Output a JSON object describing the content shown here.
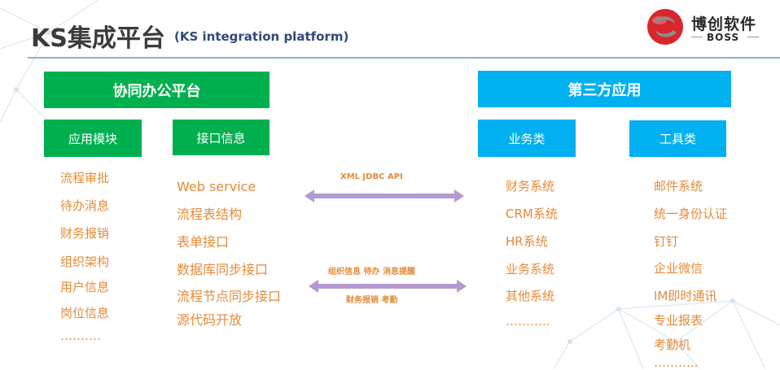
{
  "header": {
    "title": "KS集成平台",
    "subtitle": "(KS integration platform)"
  },
  "logo": {
    "brand_cn": "博创软件",
    "brand_en": "BOSS"
  },
  "colors": {
    "green": "#00b04f",
    "blue": "#00b0f0",
    "orange": "#e48b38",
    "arrow": "#b49ad0"
  },
  "left": {
    "heading": "协同办公平台",
    "modules": {
      "heading": "应用模块",
      "items": [
        "流程审批",
        "待办消息",
        "财务报销",
        "组织架构",
        "用户信息",
        "岗位信息",
        "………."
      ]
    },
    "interfaces": {
      "heading": "接口信息",
      "items": [
        "Web service",
        "流程表结构",
        "表单接口",
        "数据库同步接口",
        "流程节点同步接口",
        "源代码开放"
      ]
    }
  },
  "right": {
    "heading": "第三方应用",
    "business": {
      "heading": "业务类",
      "items": [
        "财务系统",
        "CRM系统",
        "HR系统",
        "业务系统",
        "其他系统",
        "……….."
      ]
    },
    "tools": {
      "heading": "工具类",
      "items": [
        "邮件系统",
        "统一身份认证",
        "钉钉",
        "企业微信",
        "IM即时通讯",
        "专业报表",
        "考勤机",
        "……….."
      ]
    }
  },
  "arrows": {
    "top_label": "XML  JDBC  API",
    "bottom_label_1": "组织信息  待办  消息提醒",
    "bottom_label_2": "财务报销  考勤"
  }
}
